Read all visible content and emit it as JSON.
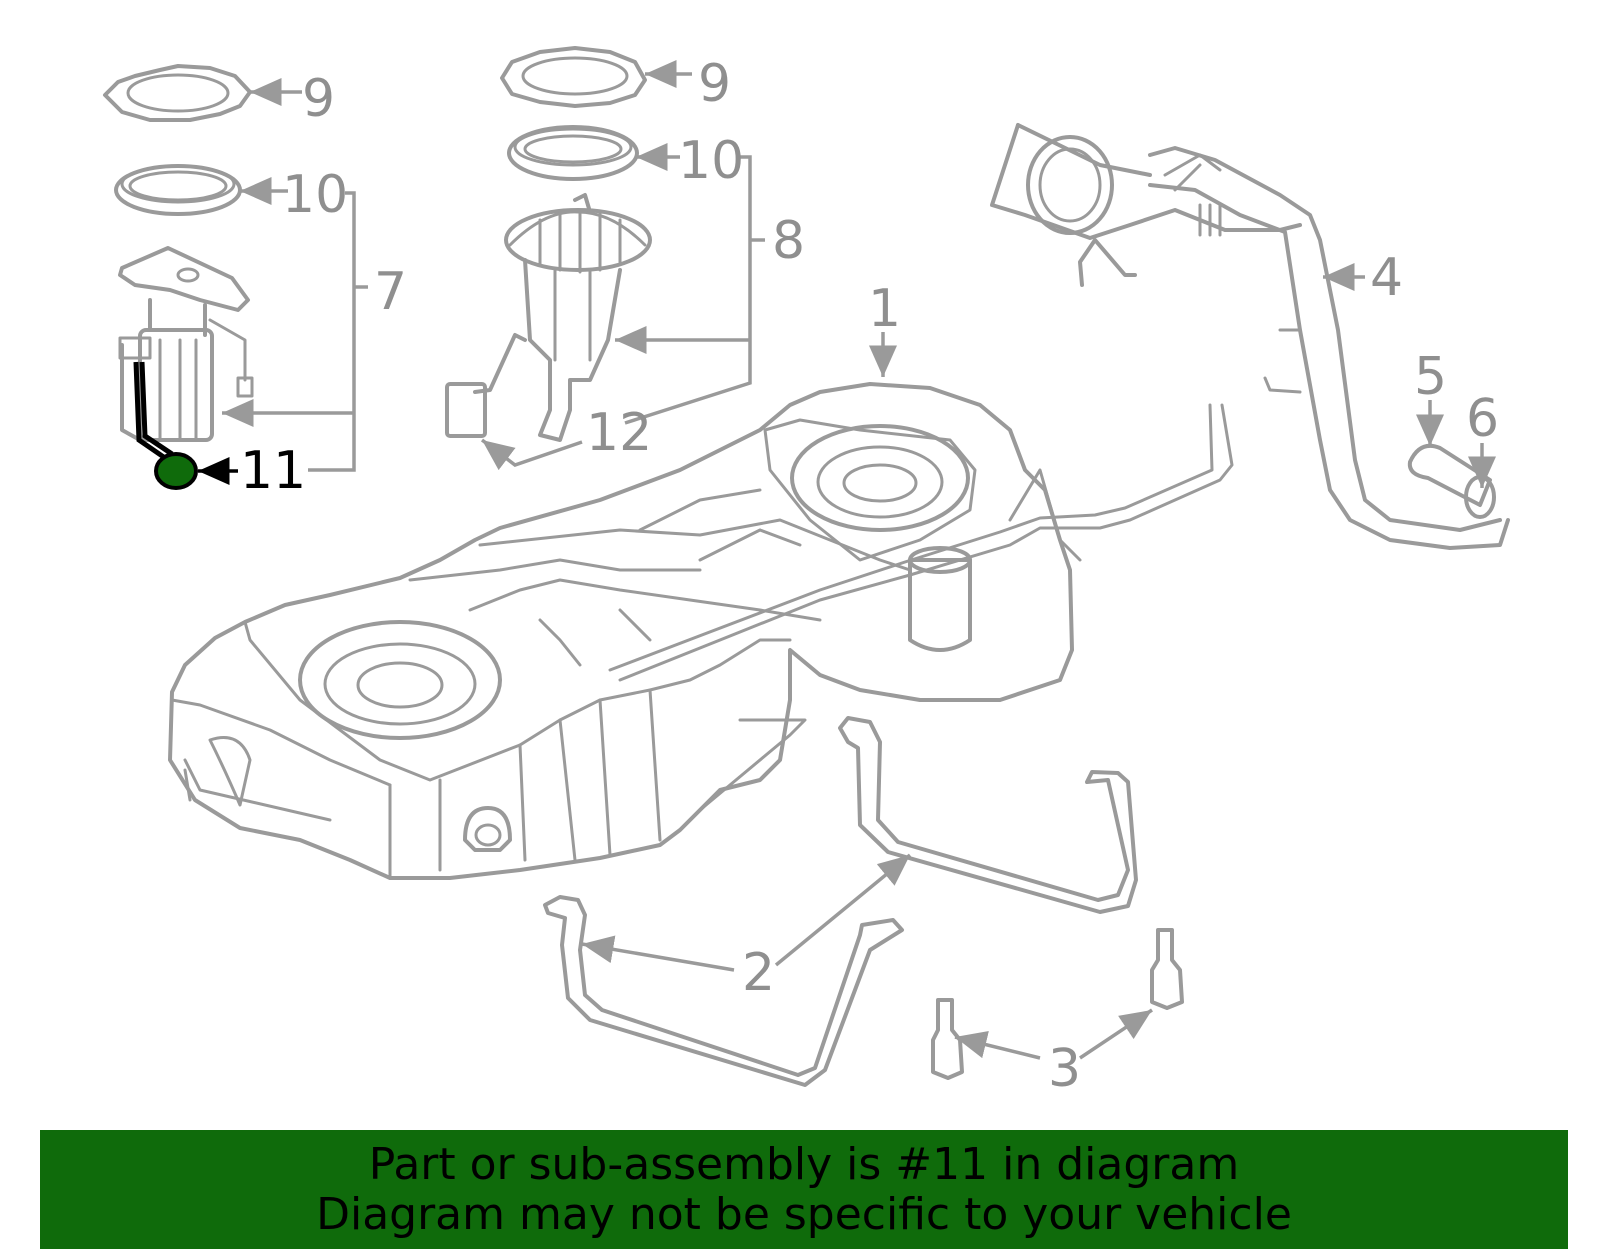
{
  "callouts": {
    "c1": "1",
    "c2": "2",
    "c3": "3",
    "c4": "4",
    "c5": "5",
    "c6": "6",
    "c7": "7",
    "c8": "8",
    "c9a": "9",
    "c9b": "9",
    "c10a": "10",
    "c10b": "10",
    "c11": "11",
    "c12": "12"
  },
  "highlighted_part": "11",
  "colors": {
    "line_art": "#9a9a9a",
    "highlight_fill": "#0f6b0b",
    "banner_bg": "#0f6b0b",
    "banner_text": "#000000"
  },
  "banner": {
    "line1": "Part or sub-assembly is #11 in diagram",
    "line2": "Diagram may not be specific to your vehicle"
  }
}
